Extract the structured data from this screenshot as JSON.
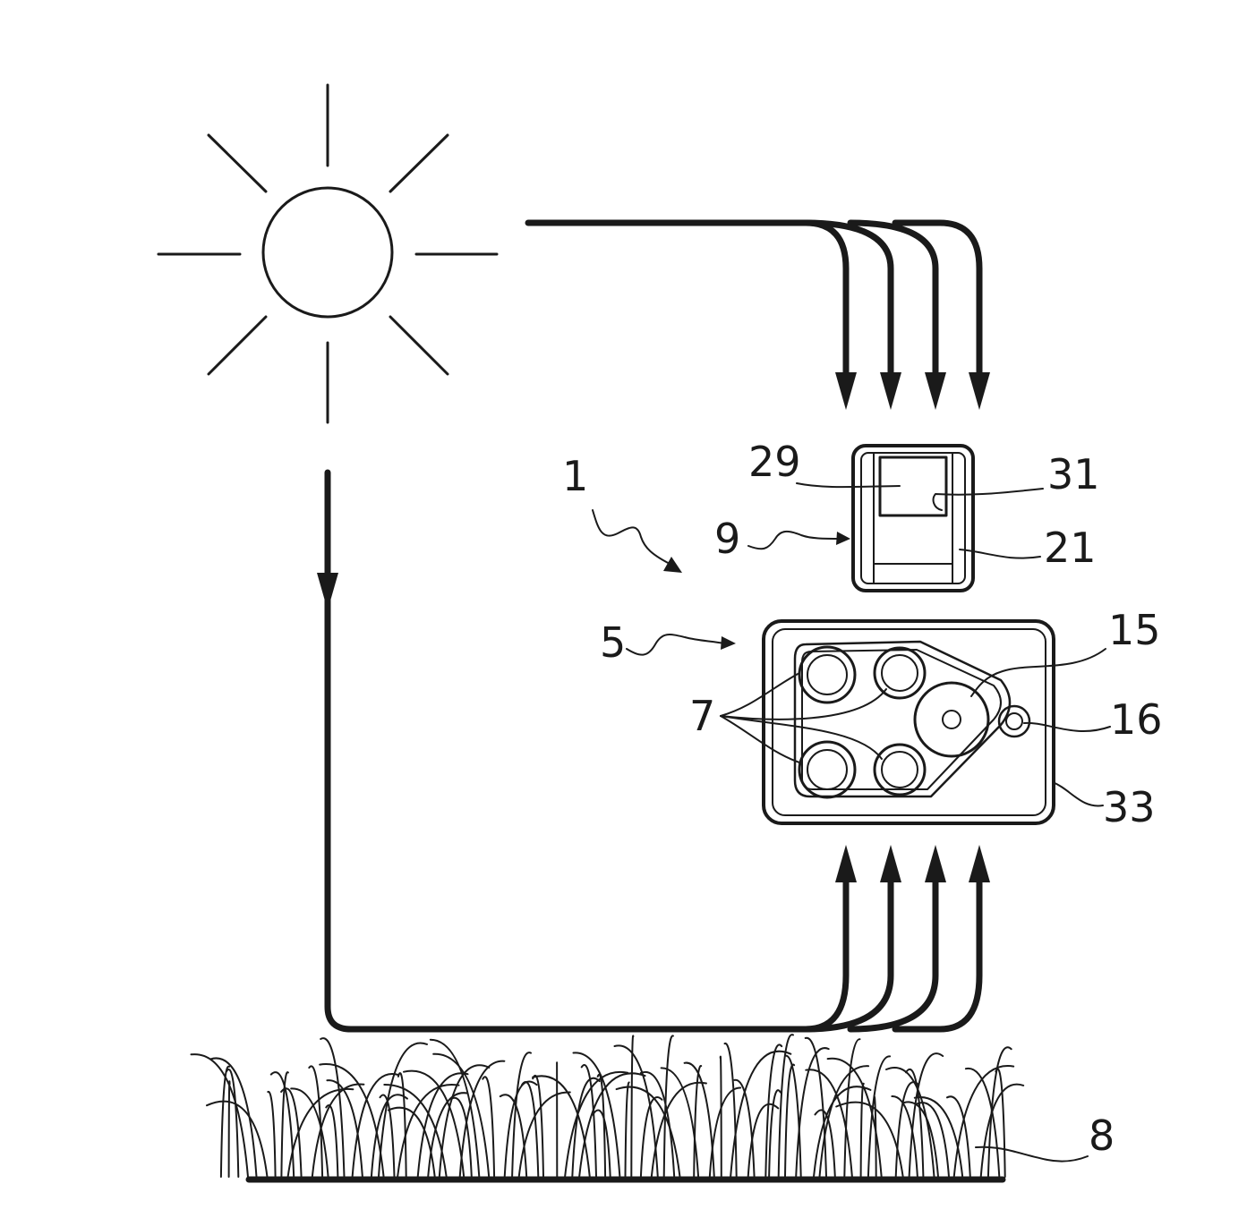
{
  "figure": {
    "labels": {
      "system": "1",
      "device": "5",
      "sensors": "7",
      "lawn": "8",
      "mobile_unit": "9",
      "central_sensor": "15",
      "indicator": "16",
      "housing_9": "21",
      "display": "29",
      "display_surface": "31",
      "housing_5": "33"
    }
  }
}
